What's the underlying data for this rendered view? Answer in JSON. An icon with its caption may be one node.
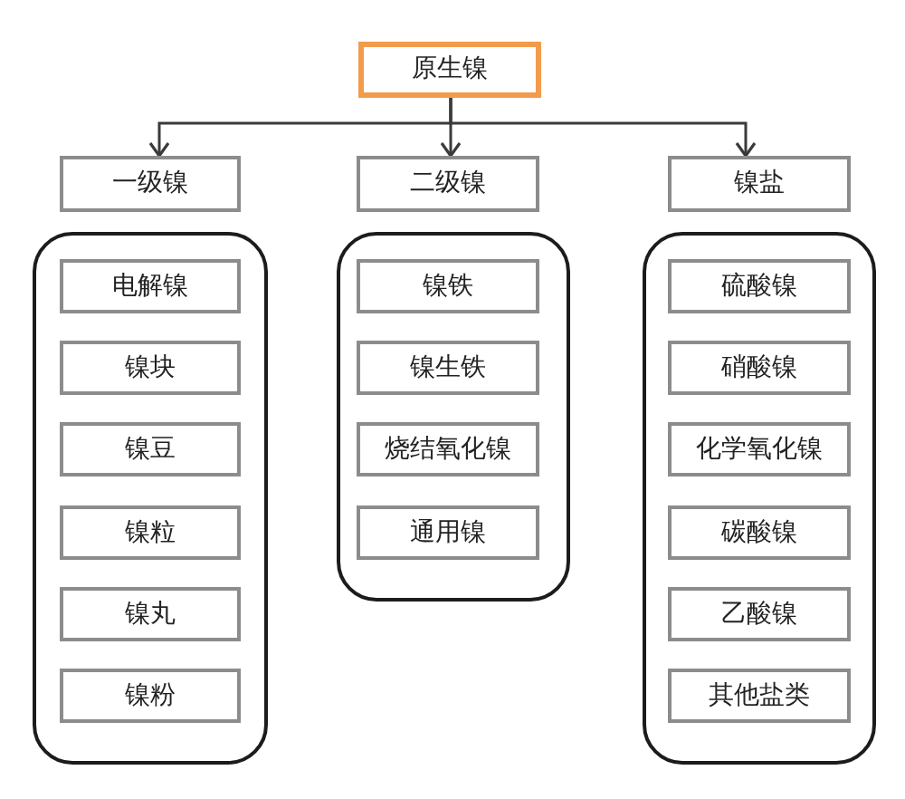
{
  "diagram": {
    "nodes": [
      {
        "text": [
          "原生镍"
        ]
      },
      {
        "text": [
          "一级镍"
        ]
      },
      {
        "text": [
          "二级镍"
        ]
      },
      {
        "text": [
          "镍盐"
        ]
      },
      {
        "text": [],
        "shape": "box"
      },
      {
        "text": [
          "电解镍"
        ],
        "in": 4
      },
      {
        "text": [
          "镍块"
        ],
        "in": 4
      },
      {
        "text": [
          "镍豆"
        ],
        "in": 4
      },
      {
        "text": [
          "镍粒"
        ],
        "in": 4
      },
      {
        "text": [
          "镍丸"
        ],
        "in": 4
      },
      {
        "text": [
          "镍粉"
        ],
        "in": 4
      },
      {
        "text": [],
        "shape": "box"
      },
      {
        "text": [
          "镍铁"
        ],
        "in": 11
      },
      {
        "text": [
          "镍生铁"
        ],
        "in": 11
      },
      {
        "text": [
          "烧结氧化镍"
        ],
        "in": 11
      },
      {
        "text": [
          "通用镍"
        ],
        "in": 11
      },
      {
        "text": [],
        "shape": "box"
      },
      {
        "text": [
          "硫酸镍"
        ],
        "in": 16
      },
      {
        "text": [
          "硝酸镍"
        ],
        "in": 16
      },
      {
        "text": [
          "化学氧化镍"
        ],
        "in": 16
      },
      {
        "text": [
          "碳酸镍"
        ],
        "in": 16
      },
      {
        "text": [
          "乙酸镍"
        ],
        "in": 16
      },
      {
        "text": [
          "其他盐类"
        ],
        "in": 16
      }
    ],
    "edges": [
      {
        "from": 0,
        "to": 1,
        "arrow": "to"
      },
      {
        "from": 0,
        "to": 2,
        "arrow": "to"
      },
      {
        "from": 0,
        "to": 3,
        "arrow": "to"
      }
    ]
  }
}
